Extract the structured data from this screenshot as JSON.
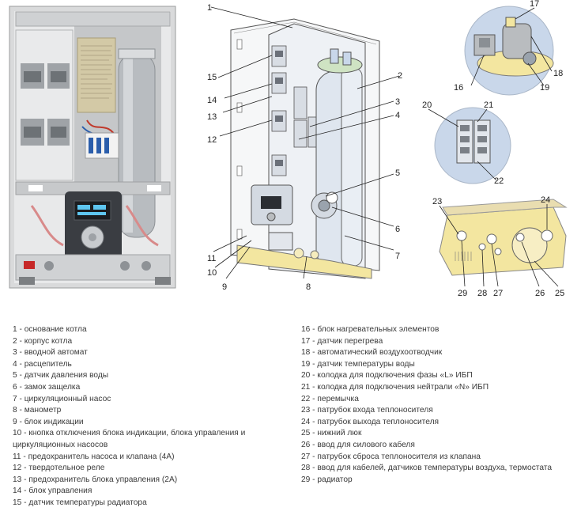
{
  "callouts": [
    "1",
    "2",
    "3",
    "4",
    "5",
    "6",
    "7",
    "8",
    "9",
    "10",
    "11",
    "12",
    "13",
    "14",
    "15",
    "16",
    "17",
    "18",
    "19",
    "20",
    "21",
    "22",
    "23",
    "24",
    "25",
    "26",
    "27",
    "28",
    "29"
  ],
  "legend": {
    "left": [
      "1 - основание котла",
      "2 - корпус котла",
      "3 - вводной автомат",
      "4 - расцепитель",
      "5 - датчик давления воды",
      "6 - замок защелка",
      "7 - циркуляционный насос",
      "8 - манометр",
      "9 - блок индикации",
      "10 - кнопка отключения блока индикации, блока управления и циркуляционных насосов",
      "11 - предохранитель насоса и клапана (4А)",
      "12 - твердотельное реле",
      "13 - предохранитель блока управления (2А)",
      "14 - блок управления",
      "15 - датчик температуры радиатора"
    ],
    "right": [
      "16 - блок нагревательных элементов",
      "17 - датчик перегрева",
      "18 - автоматический воздухоотводчик",
      "19 - датчик температуры воды",
      "20 - колодка для подключения фазы «L» ИБП",
      "21 - колодка для подключения нейтрали «N» ИБП",
      "22 - перемычка",
      "23 - патрубок входа теплоносителя",
      "24 - патрубок выхода теплоносителя",
      "25 - нижний люк",
      "26 - ввод для силового кабеля",
      "27 - патрубок сброса теплоносителя из клапана",
      "28 - ввод для кабелей, датчиков температуры воздуха, термостата",
      "29 - радиатор"
    ]
  },
  "colors": {
    "boiler_yellow": "#f3e6a0",
    "detail_blue": "#c9d7ea",
    "metal_gray": "#b9bcbf",
    "display_dark": "#2b2e33"
  }
}
